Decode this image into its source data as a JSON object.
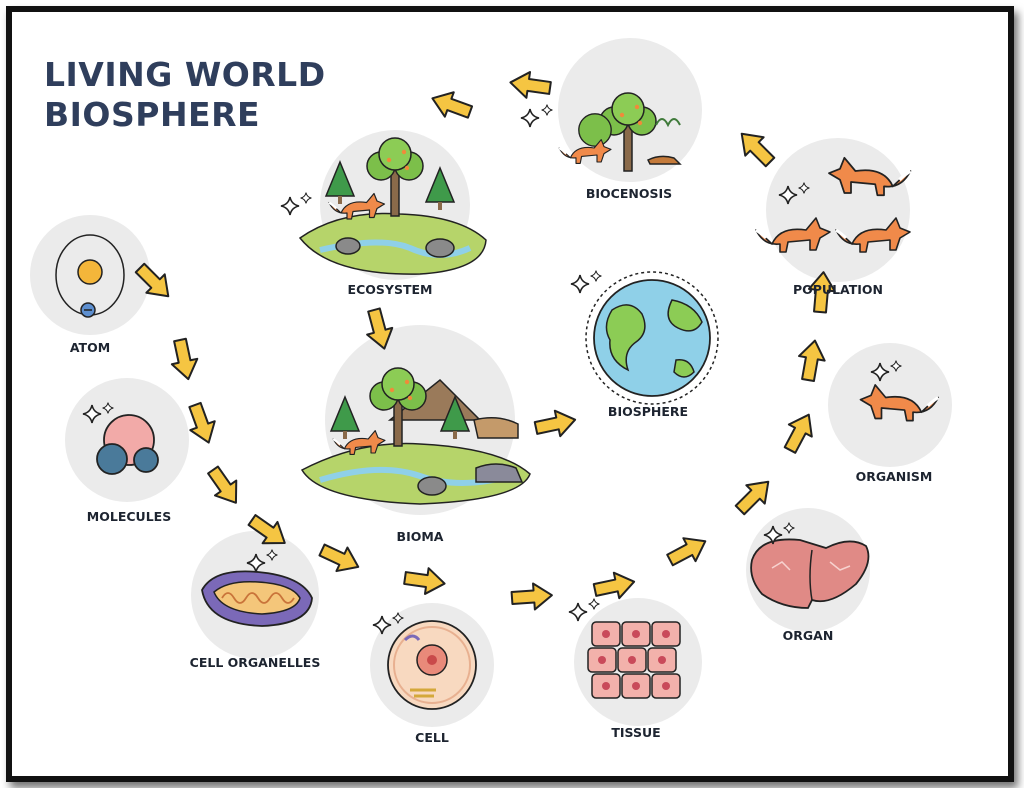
{
  "title": {
    "line1": "LIVING WORLD",
    "line2": "BIOSPHERE"
  },
  "colors": {
    "title": "#2f3e5c",
    "arrow": "#f5c542",
    "arrow_outline": "#222222",
    "bubble": "#ebebeb"
  },
  "stages": {
    "atom": "ATOM",
    "molecules": "MOLECULES",
    "cell_organelles": "CELL ORGANELLES",
    "cell": "CELL",
    "tissue": "TISSUE",
    "organ": "ORGAN",
    "organism": "ORGANISM",
    "population": "POPULATION",
    "biocenosis": "BIOCENOSIS",
    "ecosystem": "ECOSYSTEM",
    "bioma": "BIOMA",
    "biosphere": "BIOSPHERE"
  }
}
